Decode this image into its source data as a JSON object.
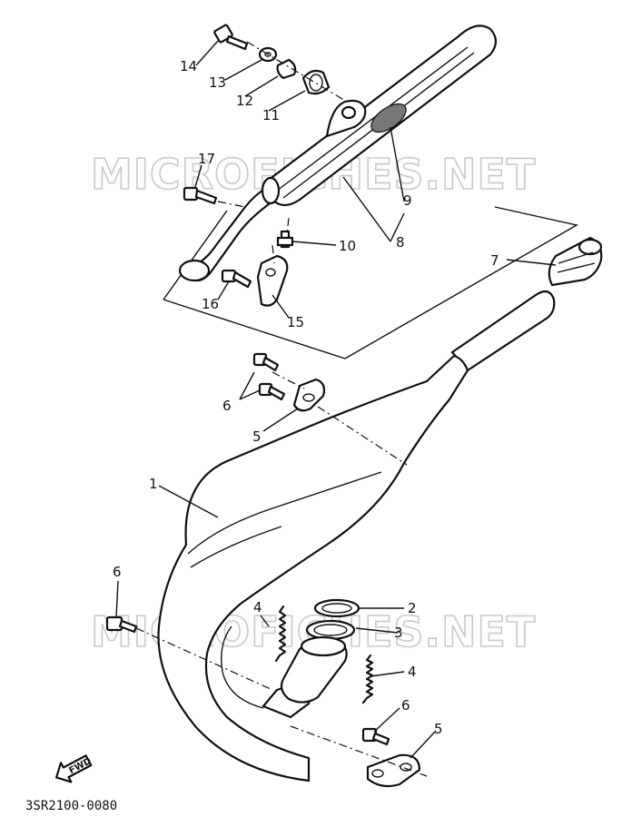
{
  "watermark": {
    "text": "MICROFICHES.NET"
  },
  "drawing_code": "3SR2100-0080",
  "fwd_label": "FWD",
  "callouts": {
    "c1": "1",
    "c2": "2",
    "c3": "3",
    "c4a": "4",
    "c4b": "4",
    "c5a": "5",
    "c5b": "5",
    "c6a": "6",
    "c6b": "6",
    "c6c": "6",
    "c7": "7",
    "c8": "8",
    "c9": "9",
    "c10": "10",
    "c11": "11",
    "c12": "12",
    "c13": "13",
    "c14": "14",
    "c15": "15",
    "c16": "16",
    "c17": "17"
  }
}
